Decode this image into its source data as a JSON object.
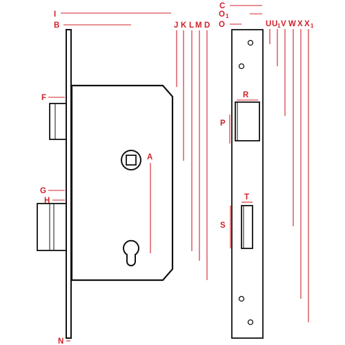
{
  "colors": {
    "outline": "#111111",
    "dimension": "#d0212a",
    "background": "#ffffff"
  },
  "labels": {
    "A": "A",
    "B": "B",
    "C": "C",
    "D": "D",
    "F": "F",
    "G": "G",
    "H": "H",
    "I": "I",
    "J": "J",
    "K": "K",
    "L": "L",
    "M": "M",
    "N": "N",
    "O": "O",
    "O1": "O",
    "O1_sub": "1",
    "P": "P",
    "R": "R",
    "S": "S",
    "T": "T",
    "U": "U",
    "U1": "U",
    "U1_sub": "1",
    "V": "V",
    "W": "W",
    "X": "X",
    "X1": "X",
    "X1_sub": "1"
  },
  "icons": {
    "keyhole": "euro-profile-cylinder-icon",
    "spindle": "square-spindle-icon",
    "screw": "screw-hole-icon"
  }
}
